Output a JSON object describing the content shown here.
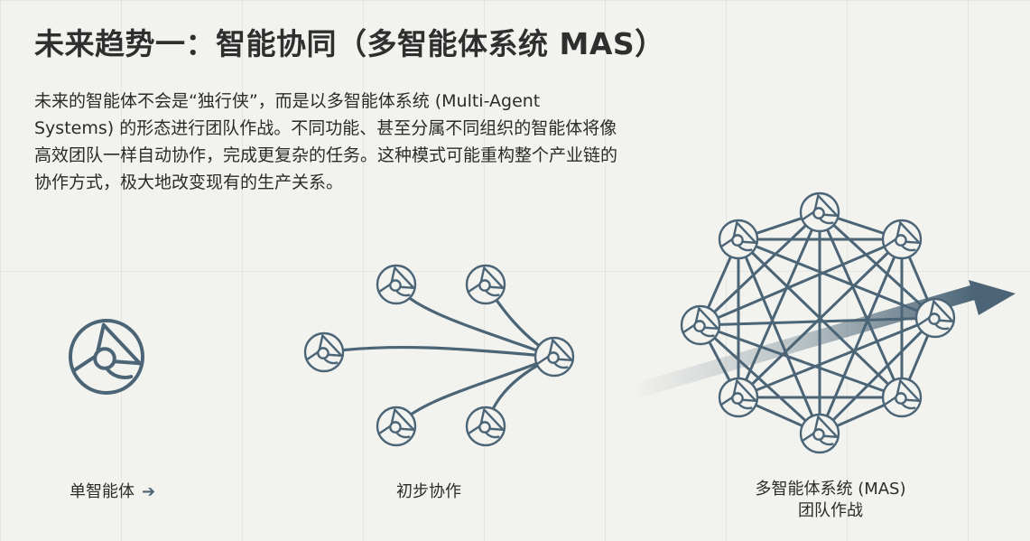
{
  "title": "未来趋势一：智能协同（多智能体系统 MAS）",
  "intro": "未来的智能体不会是“独行侠”，而是以多智能体系统 (Multi-Agent Systems) 的形态进行团队作战。不同功能、甚至分属不同组织的智能体将像高效团队一样自动协作，完成更复杂的任务。这种模式可能重构整个产业链的协作方式，极大地改变现有的生产关系。",
  "stages": {
    "single": {
      "label": "单智能体",
      "arrow": "➔"
    },
    "initial": {
      "label": "初步协作"
    },
    "mas": {
      "label_line1": "多智能体系统 (MAS)",
      "label_line2": "团队作战"
    }
  },
  "colors": {
    "node": "#4b6577",
    "background": "#f2f2ee",
    "text": "#2c2c2c"
  },
  "icons": {
    "agent": "agent-node-icon",
    "trend_arrow": "trend-arrow-icon"
  }
}
